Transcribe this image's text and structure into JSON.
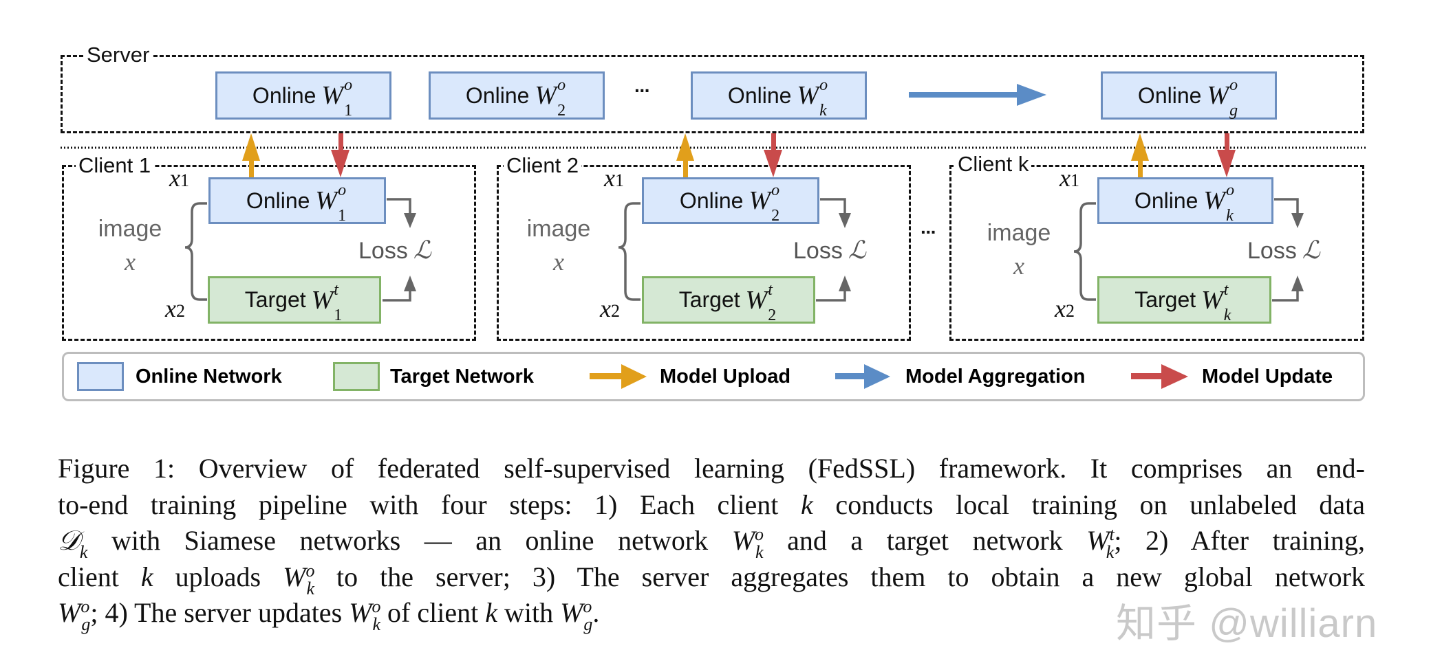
{
  "server": {
    "label": "Server",
    "models": [
      {
        "prefix": "Online",
        "sup": "o",
        "sub": "1"
      },
      {
        "prefix": "Online",
        "sup": "o",
        "sub": "2"
      },
      {
        "prefix": "Online",
        "sup": "o",
        "sub": "k"
      }
    ],
    "ellipsis": "···",
    "global_model": {
      "prefix": "Online",
      "sup": "o",
      "sub": "g"
    }
  },
  "clients": [
    {
      "label": "Client 1",
      "x1": "x",
      "x1_sub": "1",
      "x2": "x",
      "x2_sub": "2",
      "image_label": "image",
      "image_var": "x",
      "online": {
        "prefix": "Online",
        "sup": "o",
        "sub": "1"
      },
      "target": {
        "prefix": "Target",
        "sup": "t",
        "sub": "1"
      },
      "loss_label": "Loss",
      "loss_symbol": "ℒ"
    },
    {
      "label": "Client 2",
      "x1": "x",
      "x1_sub": "1",
      "x2": "x",
      "x2_sub": "2",
      "image_label": "image",
      "image_var": "x",
      "online": {
        "prefix": "Online",
        "sup": "o",
        "sub": "2"
      },
      "target": {
        "prefix": "Target",
        "sup": "t",
        "sub": "2"
      },
      "loss_label": "Loss",
      "loss_symbol": "ℒ"
    },
    {
      "label": "Client k",
      "x1": "x",
      "x1_sub": "1",
      "x2": "x",
      "x2_sub": "2",
      "image_label": "image",
      "image_var": "x",
      "online": {
        "prefix": "Online",
        "sup": "o",
        "sub": "k"
      },
      "target": {
        "prefix": "Target",
        "sup": "t",
        "sub": "k"
      },
      "loss_label": "Loss",
      "loss_symbol": "ℒ"
    }
  ],
  "clients_ellipsis": "···",
  "legend": {
    "online": "Online Network",
    "target": "Target Network",
    "upload": "Model Upload",
    "aggregation": "Model Aggregation",
    "update": "Model Update"
  },
  "colors": {
    "online_fill": "#dae8fc",
    "online_border": "#6c8ebf",
    "target_fill": "#d5e8d4",
    "target_border": "#82b366",
    "upload": "#e19f1b",
    "aggregation": "#5b8cc6",
    "update": "#c94b4b",
    "internal": "#666666"
  },
  "caption": {
    "lines": [
      [
        {
          "t": "Figure 1: Overview of federated self-supervised learning (FedSSL) framework. It comprises an end-"
        }
      ],
      [
        {
          "t": "to-end training pipeline with four steps: 1) Each client "
        },
        {
          "m": "k"
        },
        {
          "t": " conducts local training on unlabeled data"
        }
      ],
      [
        {
          "m": "𝒟",
          "sb": "k"
        },
        {
          "t": " with Siamese networks — an online network "
        },
        {
          "m": "W",
          "sp": "o",
          "sb": "k"
        },
        {
          "t": " and a target network "
        },
        {
          "m": "W",
          "sp": "t",
          "sb": "k"
        },
        {
          "t": "; 2) After training,"
        }
      ],
      [
        {
          "t": "client "
        },
        {
          "m": "k"
        },
        {
          "t": " uploads "
        },
        {
          "m": "W",
          "sp": "o",
          "sb": "k"
        },
        {
          "t": " to the server; 3) The server aggregates them to obtain a new global network"
        }
      ],
      [
        {
          "m": "W",
          "sp": "o",
          "sb": "g"
        },
        {
          "t": "; 4) The server updates "
        },
        {
          "m": "W",
          "sp": "o",
          "sb": "k"
        },
        {
          "t": " of client "
        },
        {
          "m": "k"
        },
        {
          "t": " with "
        },
        {
          "m": "W",
          "sp": "o",
          "sb": "g"
        },
        {
          "t": "."
        }
      ]
    ]
  },
  "watermark": "知乎 @williarn"
}
